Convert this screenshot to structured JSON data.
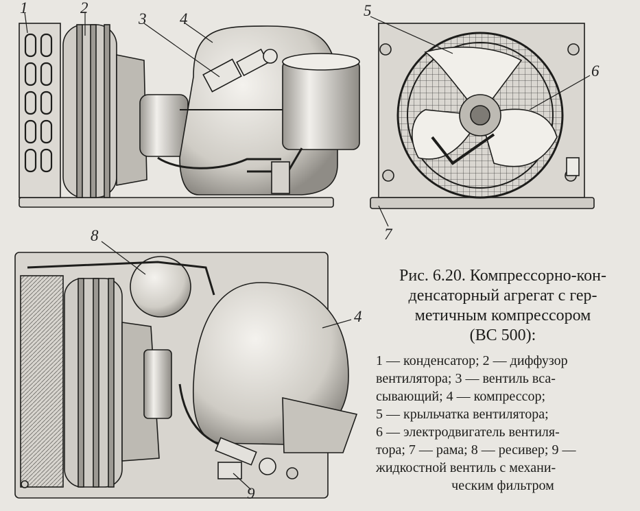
{
  "callouts": {
    "n1": "1",
    "n2": "2",
    "n3": "3",
    "n4": "4",
    "n5": "5",
    "n6": "6",
    "n7": "7",
    "n8": "8",
    "n4b": "4",
    "n9": "9"
  },
  "caption": {
    "title_lines": [
      "Рис. 6.20. Компрессорно-кон-",
      "денсаторный агрегат с гер-",
      "метичным компрессором",
      "(ВС 500):"
    ],
    "legend_lines": [
      "1 — конденсатор; 2 — диффузор",
      "вентилятора; 3 — вентиль вса-",
      "сывающий; 4 — компрессор;",
      "5 — крыльчатка вентилятора;",
      "6 — электродвигатель вентиля-",
      "тора; 7 — рама; 8 — ресивер; 9 —",
      "жидкостной вентиль с механи-",
      "ческим фильтром"
    ]
  },
  "colors": {
    "ink": "#1d1d1b",
    "paper": "#e9e7e2",
    "shade": "#c9c6bf",
    "dark": "#8d8a84"
  }
}
